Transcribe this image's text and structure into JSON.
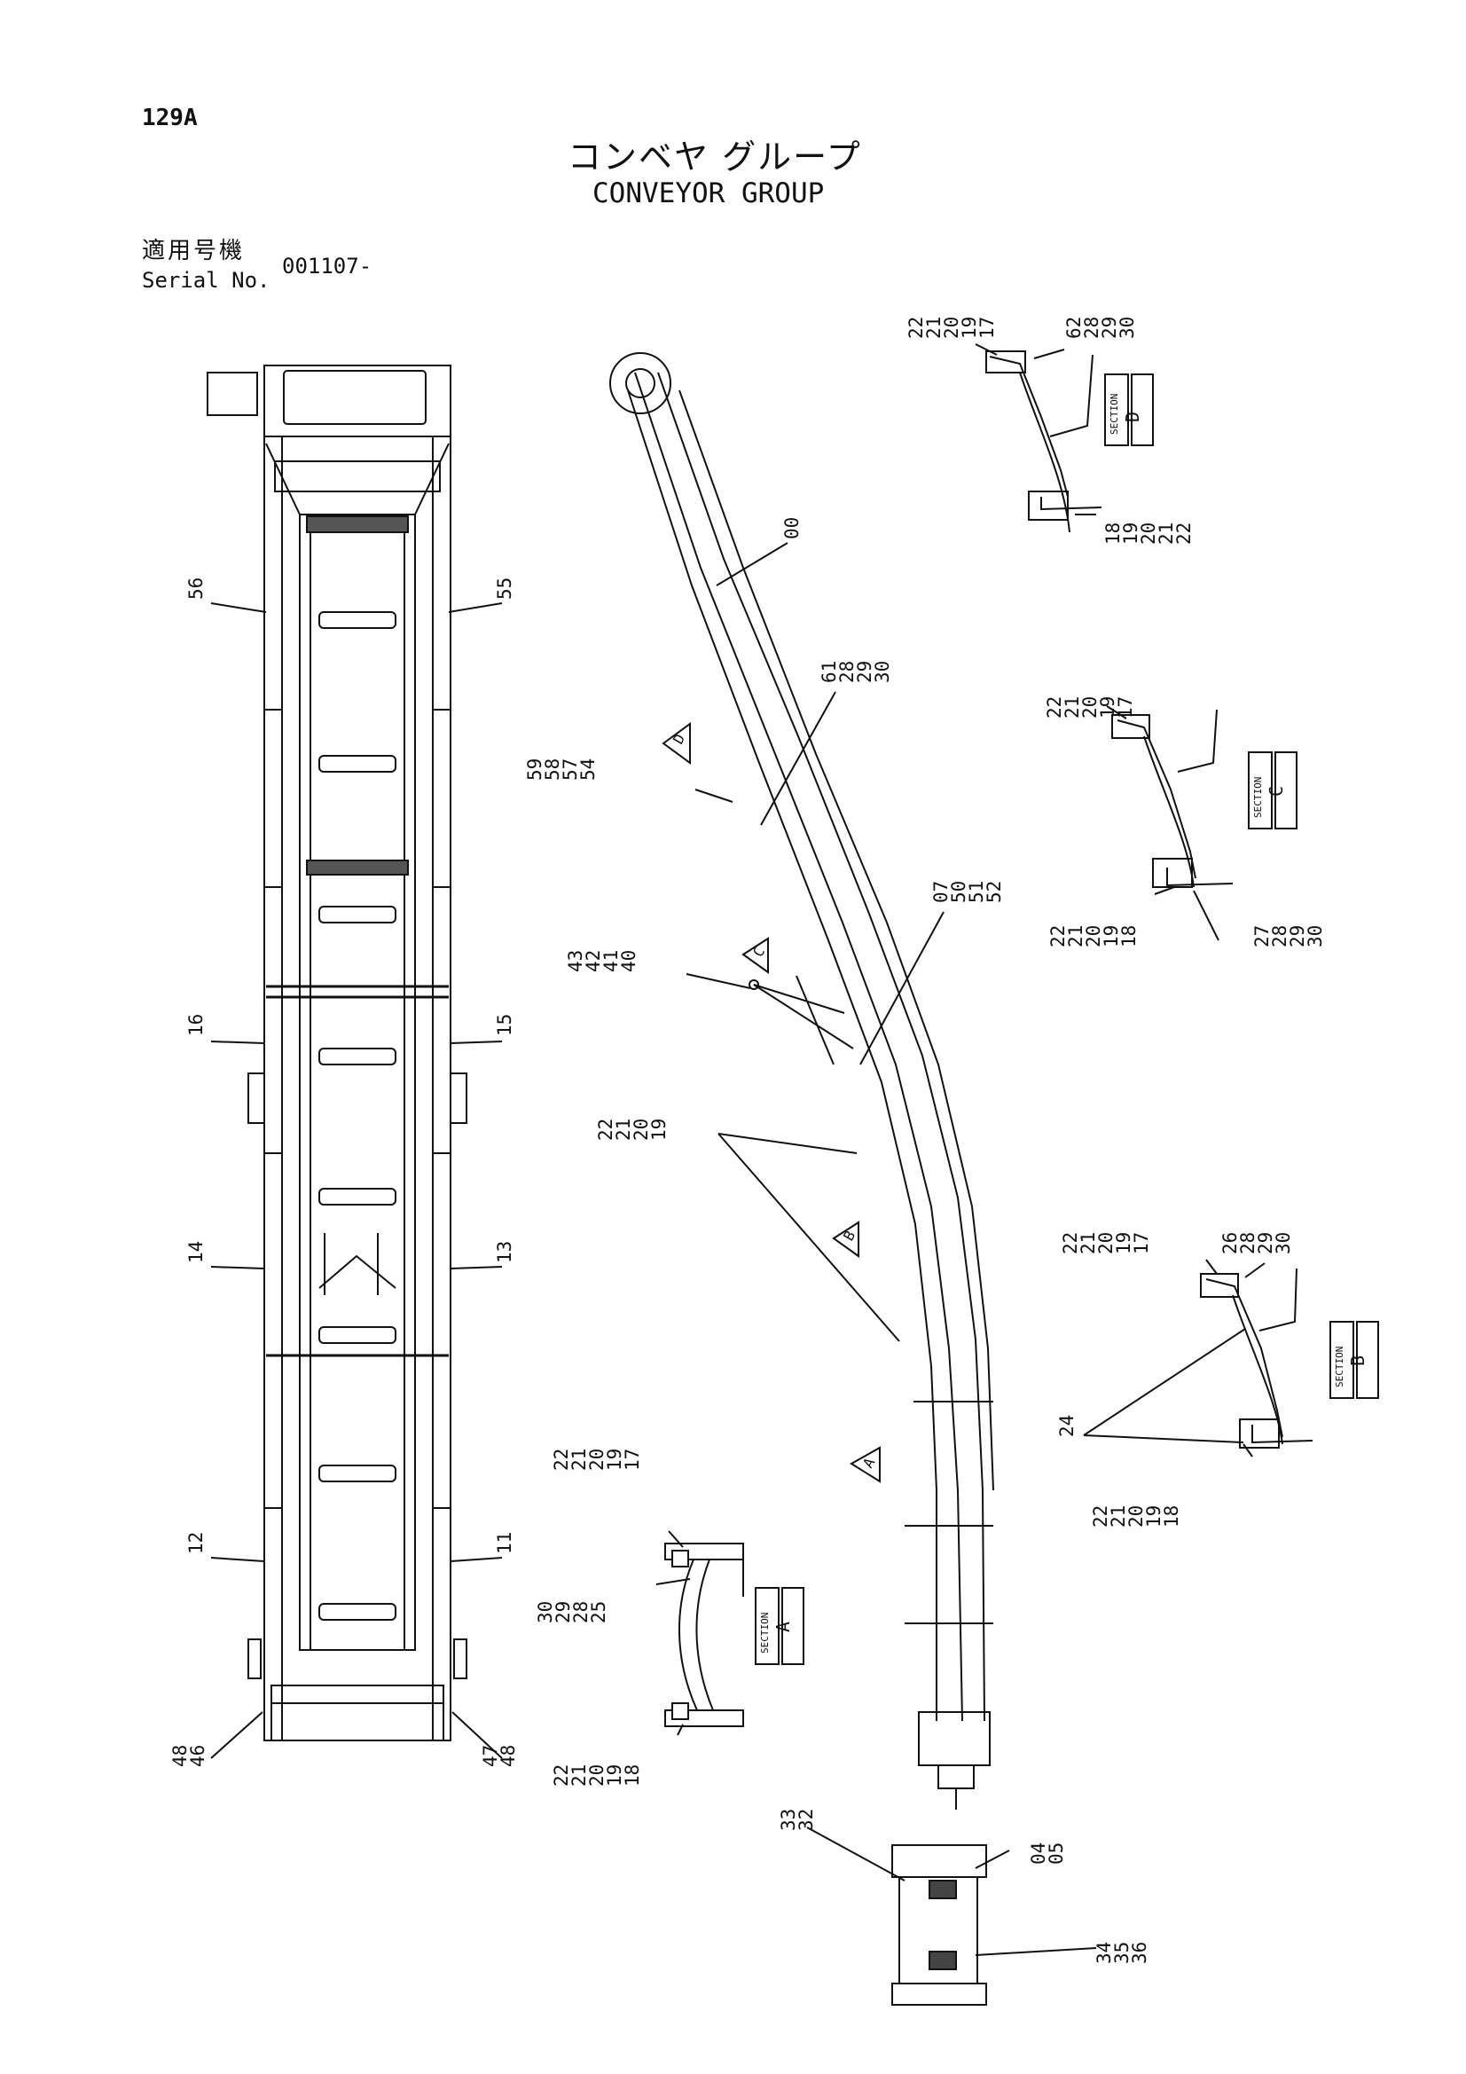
{
  "header": {
    "page_number": "129A",
    "title_jp": "コンベヤ グループ",
    "title_en": "CONVEYOR GROUP",
    "serial_label_jp": "適用号機",
    "serial_label_en": "Serial No.",
    "serial_value": "001107-"
  },
  "sections": {
    "A": {
      "letter": "A",
      "caption": "SECTION"
    },
    "B": {
      "letter": "B",
      "caption": "SECTION"
    },
    "C": {
      "letter": "C",
      "caption": "SECTION"
    },
    "D": {
      "letter": "D",
      "caption": "SECTION"
    }
  },
  "view_arrows": [
    "A",
    "B",
    "C",
    "D"
  ],
  "callouts": {
    "plan_left": [
      "56",
      "16",
      "14",
      "12",
      "48",
      "46"
    ],
    "plan_right": [
      "55",
      "15",
      "13",
      "11",
      "47",
      "48"
    ],
    "side_00": "00",
    "side_61": [
      "61",
      "28",
      "29",
      "30"
    ],
    "side_59": [
      "59",
      "58",
      "57",
      "54"
    ],
    "side_43": [
      "43",
      "42",
      "41",
      "40"
    ],
    "side_07": [
      "07",
      "50",
      "51",
      "52"
    ],
    "side_22": [
      "22",
      "21",
      "20",
      "19"
    ],
    "secD_top": [
      "22",
      "21",
      "20",
      "19",
      "17"
    ],
    "secD_top_r": [
      "62",
      "28",
      "29",
      "30"
    ],
    "secD_bot": [
      "18",
      "19",
      "20",
      "21",
      "22"
    ],
    "secC_top": [
      "22",
      "21",
      "20",
      "19",
      "17"
    ],
    "secC_bot_l": [
      "22",
      "21",
      "20",
      "19",
      "18"
    ],
    "secC_bot_r": [
      "27",
      "28",
      "29",
      "30"
    ],
    "secB_top": [
      "22",
      "21",
      "20",
      "19",
      "17"
    ],
    "secB_top_r": [
      "26",
      "28",
      "29",
      "30"
    ],
    "secB_24": "24",
    "secB_bot": [
      "22",
      "21",
      "20",
      "19",
      "18"
    ],
    "secA_top": [
      "22",
      "21",
      "20",
      "19",
      "17"
    ],
    "secA_mid": [
      "30",
      "29",
      "28",
      "25"
    ],
    "secA_bot": [
      "22",
      "21",
      "20",
      "19",
      "18"
    ],
    "hopper_33": [
      "33",
      "32"
    ],
    "hopper_04": [
      "04",
      "05"
    ],
    "hopper_34": [
      "34",
      "35",
      "36"
    ]
  }
}
